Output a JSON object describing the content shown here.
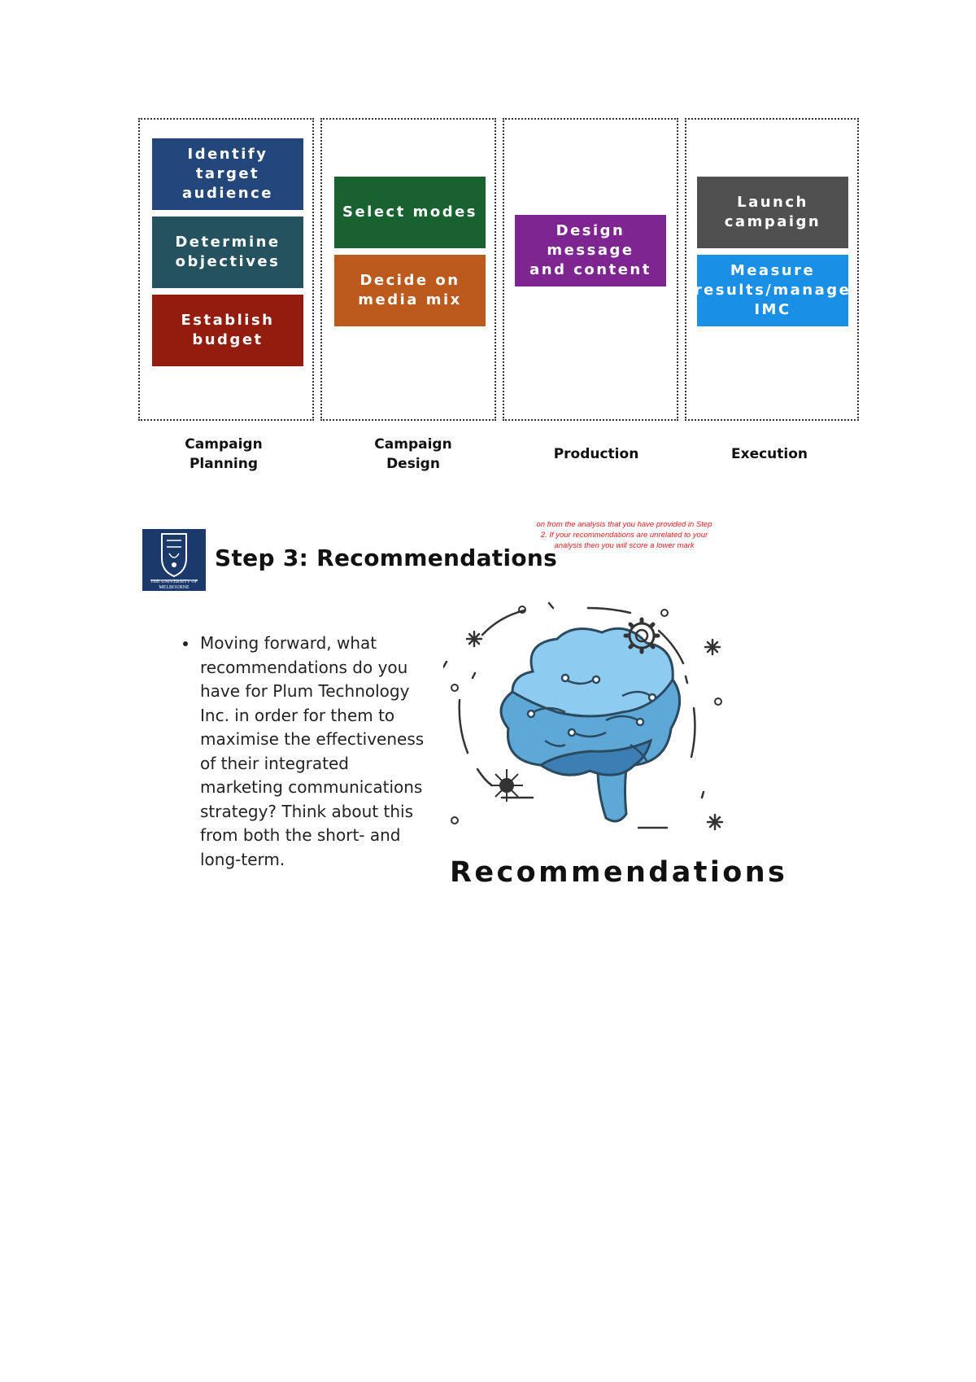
{
  "diagram": {
    "columns": [
      {
        "label": "Campaign\nPlanning",
        "boxes": [
          {
            "text": "Identify target\naudience",
            "color": "#24477b"
          },
          {
            "text": "Determine\nobjectives",
            "color": "#24535f"
          },
          {
            "text": "Establish\nbudget",
            "color": "#931c0e"
          }
        ]
      },
      {
        "label": "Campaign\nDesign",
        "boxes": [
          {
            "text": "Select modes",
            "color": "#17622f"
          },
          {
            "text": "Decide on\nmedia mix",
            "color": "#bc5a1e"
          }
        ]
      },
      {
        "label": "Production",
        "boxes": [
          {
            "text": "Design message\nand content",
            "color": "#7e2592"
          }
        ]
      },
      {
        "label": "Execution",
        "boxes": [
          {
            "text": "Launch\ncampaign",
            "color": "#505050"
          },
          {
            "text": "Measure\nresults/manage\nIMC",
            "color": "#1a8fe6"
          }
        ]
      }
    ]
  },
  "slide": {
    "logo_text": "THE UNIVERSITY OF MELBOURNE",
    "title": "Step 3: Recommendations",
    "warning": "on from the analysis that you have provided in Step 2. If your recommendations are unrelated to your analysis then you will score a lower mark",
    "bullet": "Moving forward, what recommendations do you have for Plum Technology Inc. in order for them to maximise the effectiveness of their integrated marketing communications strategy? Think about this from both the short- and long-term.",
    "image_title": "Recommendations",
    "brain_colors": {
      "light": "#8ecbf0",
      "mid": "#5ea8d8",
      "dark": "#3b7fb4",
      "outline": "#2c4a5f"
    }
  }
}
